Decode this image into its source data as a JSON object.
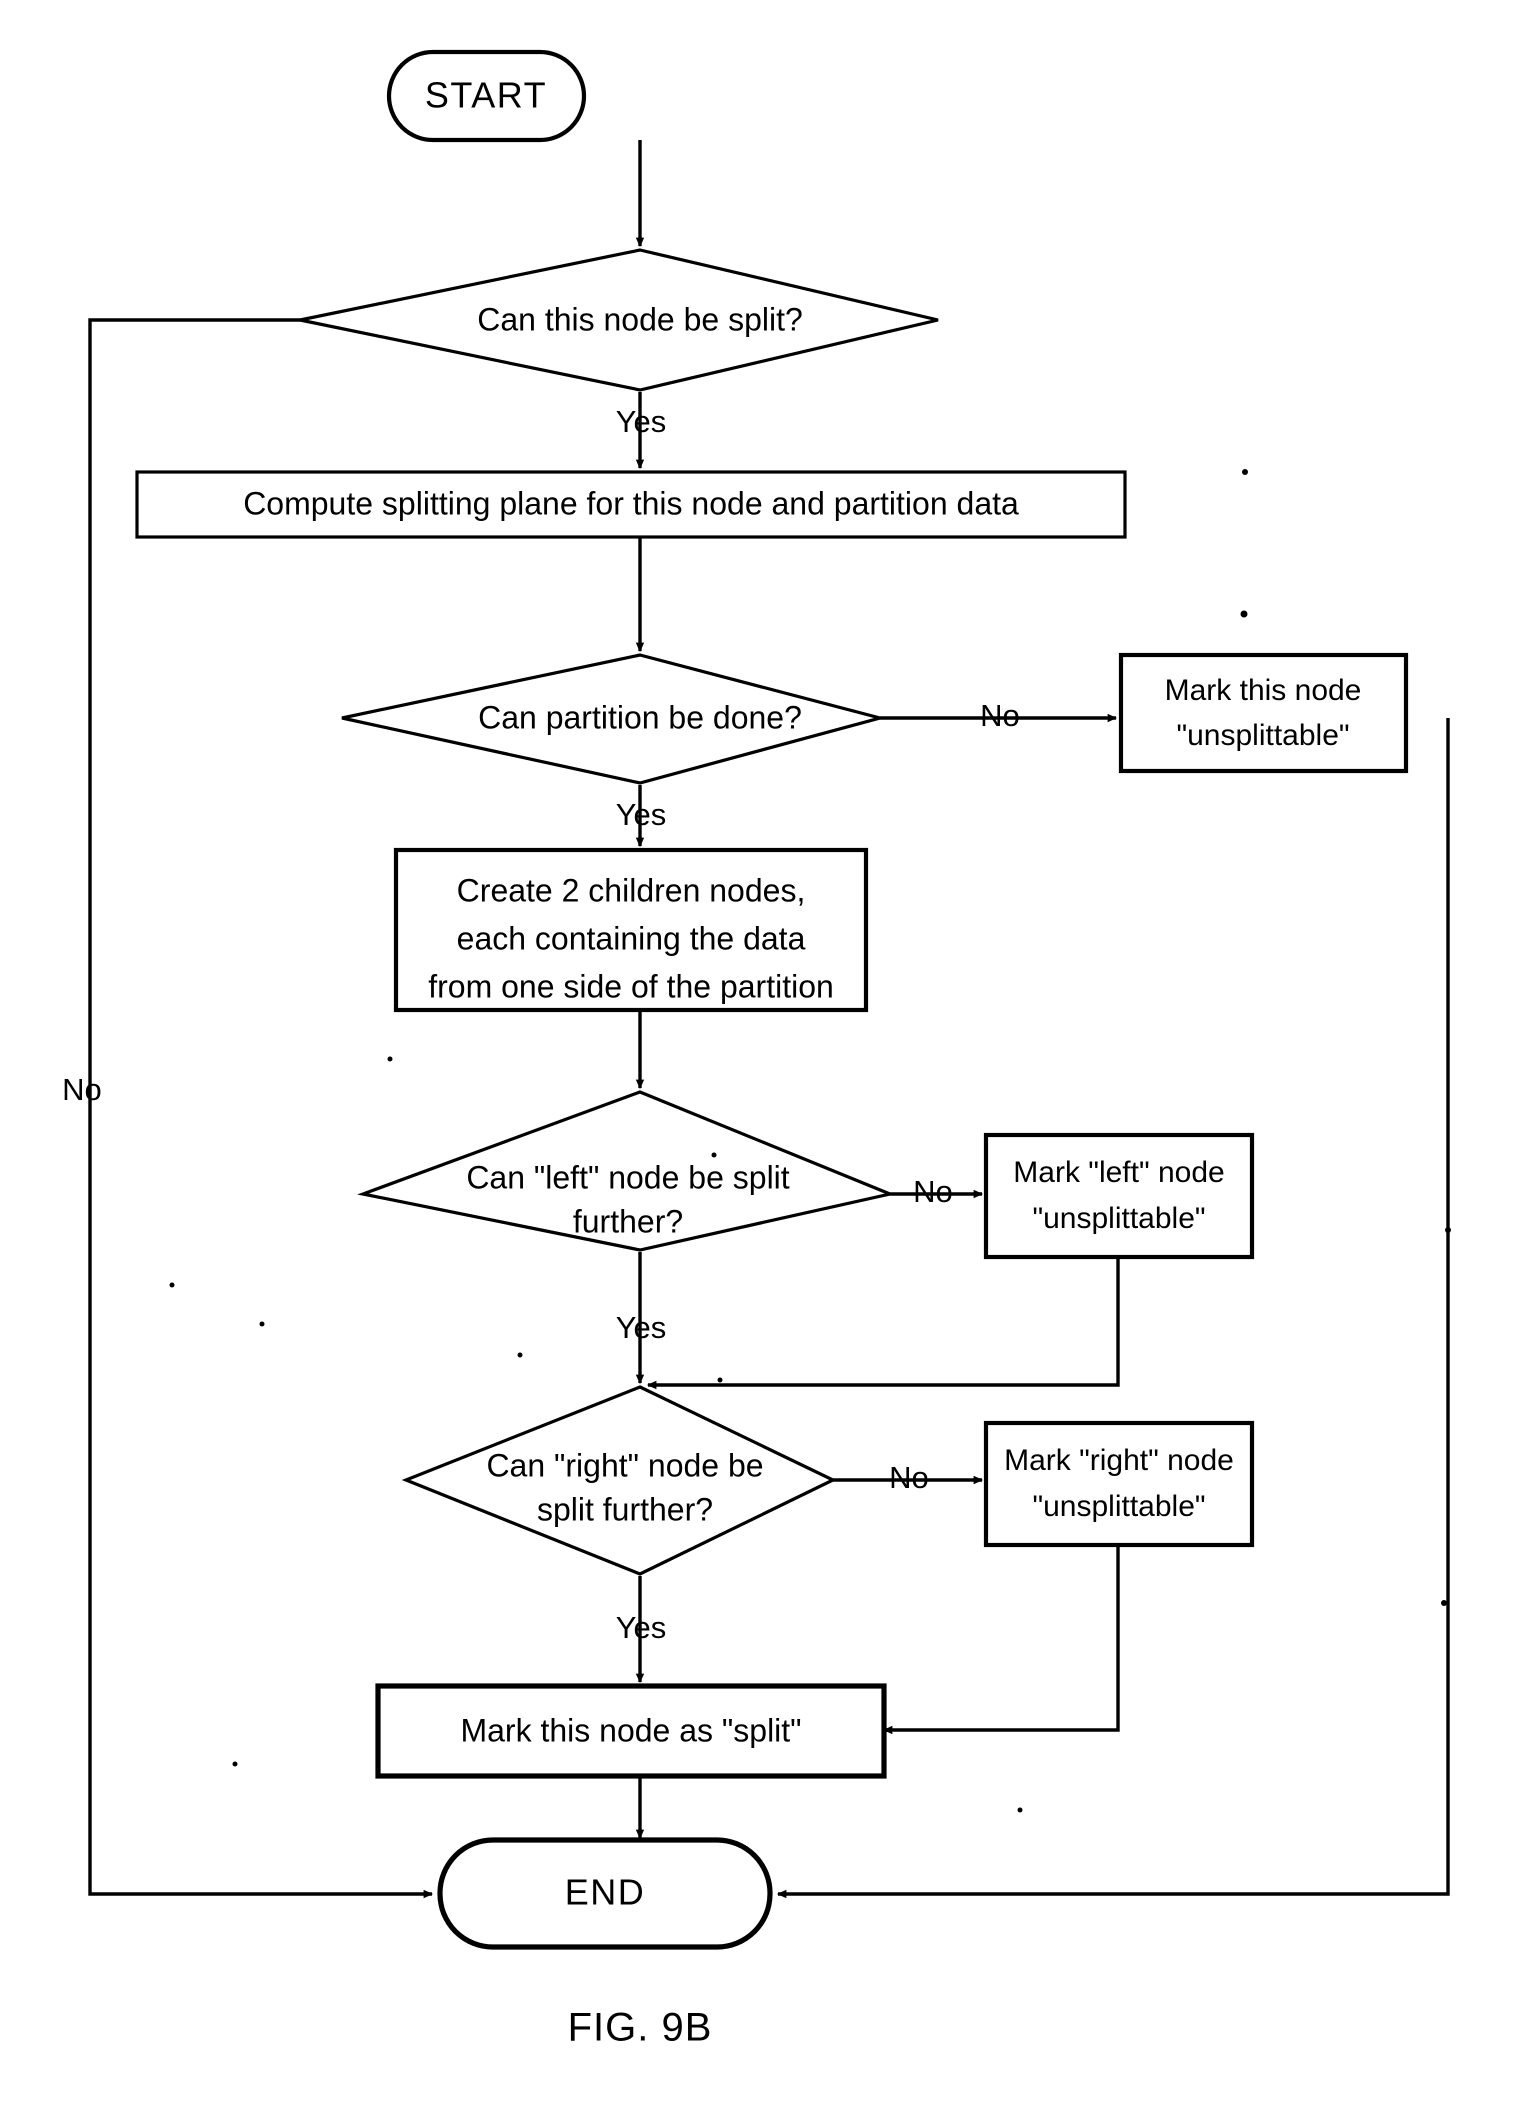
{
  "figure": {
    "caption": "FIG. 9B",
    "type": "flowchart",
    "title": "Node splitting algorithm flowchart"
  },
  "nodes": {
    "start": {
      "label": "START",
      "shape": "terminator"
    },
    "decision_can_split": {
      "label": "Can this node be split?",
      "shape": "decision"
    },
    "process_compute_plane": {
      "label": "Compute splitting plane for this node and partition data",
      "shape": "process"
    },
    "decision_partition_done": {
      "label": "Can partition be done?",
      "shape": "decision"
    },
    "process_mark_unsplittable": {
      "line1": "Mark this node",
      "line2": "\"unsplittable\"",
      "shape": "process"
    },
    "process_create_children": {
      "line1": "Create 2 children nodes,",
      "line2": "each containing the data",
      "line3": "from one side of the partition",
      "shape": "process"
    },
    "decision_left_split": {
      "line1": "Can \"left\" node be split",
      "line2": "further?",
      "shape": "decision"
    },
    "process_mark_left": {
      "line1": "Mark \"left\" node",
      "line2": "\"unsplittable\"",
      "shape": "process"
    },
    "decision_right_split": {
      "line1": "Can \"right\" node be",
      "line2": "split further?",
      "shape": "decision"
    },
    "process_mark_right": {
      "line1": "Mark \"right\" node",
      "line2": "\"unsplittable\"",
      "shape": "process"
    },
    "process_mark_split": {
      "label": "Mark this node as \"split\"",
      "shape": "process"
    },
    "end": {
      "label": "END",
      "shape": "terminator"
    }
  },
  "edge_labels": {
    "can_split_no": "No",
    "can_split_yes": "Yes",
    "partition_no": "No",
    "partition_yes": "Yes",
    "left_no": "No",
    "left_yes": "Yes",
    "right_no": "No",
    "right_yes": "Yes"
  },
  "colors": {
    "line": "#000000",
    "fill": "#ffffff",
    "text": "#000000"
  }
}
